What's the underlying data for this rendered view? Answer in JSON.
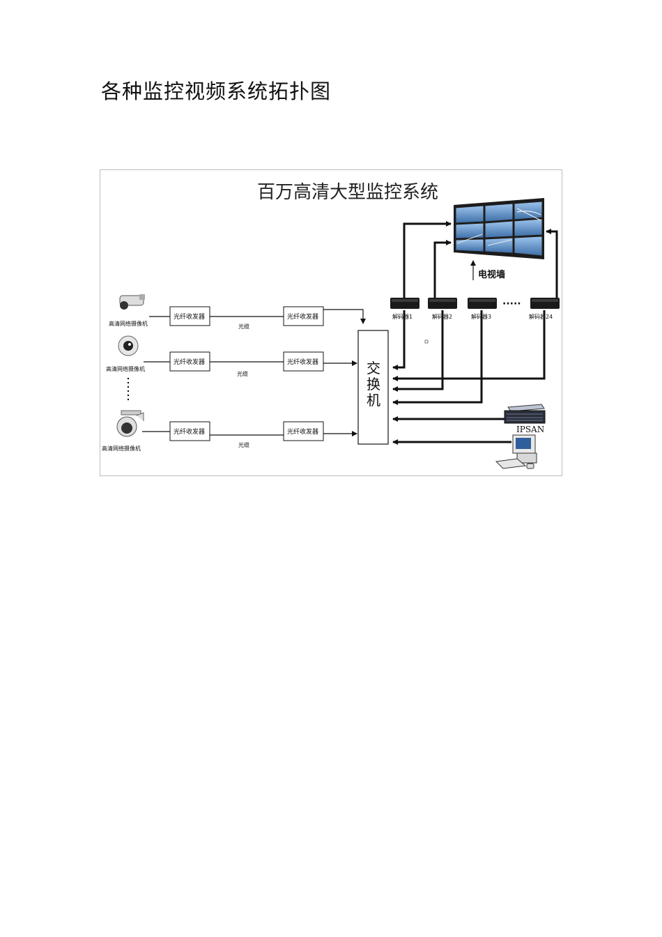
{
  "heading": "各种监控视频系统拓扑图",
  "diagram": {
    "title": "百万高清大型监控系统",
    "camera_labels": [
      "高清网络摄像机",
      "高清网络摄像机",
      "高清网络摄像机"
    ],
    "transceiver_label": "光纤收发器",
    "fiber_labels": [
      "光缆",
      "光缆",
      "光缆"
    ],
    "switch_label": [
      "交",
      "换",
      "机"
    ],
    "decoder_labels": [
      "解码器1",
      "解码器2",
      "解码器3",
      "解码器24"
    ],
    "decoder_ellipsis": "·····",
    "tv_wall_label": "电视墙",
    "storage_label": "IPSAN",
    "colors": {
      "line": "#111111",
      "frame": "#bdbdbd",
      "screen_sky": "#5b8fc9",
      "device": "#1a1a1a"
    }
  }
}
